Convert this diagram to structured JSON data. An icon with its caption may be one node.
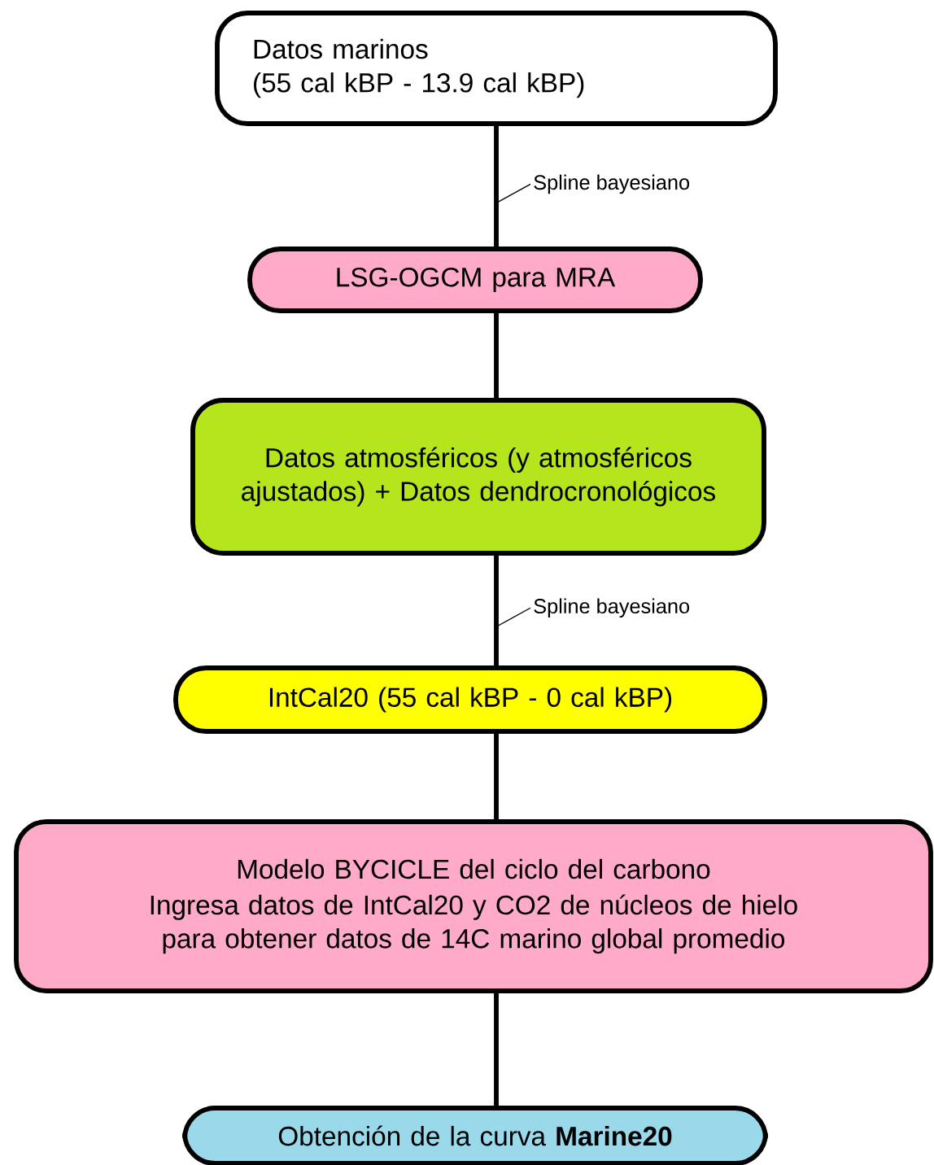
{
  "diagram": {
    "nodes": [
      {
        "text": [
          "Datos marinos",
          "(55 cal kBP - 13.9 cal kBP)"
        ]
      },
      {
        "text": [
          "LSG-OGCM para MRA"
        ]
      },
      {
        "text": [
          "Datos atmosféricos (y atmosféricos ajustados) + Datos dendrocronológicos"
        ]
      },
      {
        "text": [
          "IntCal20 (55 cal kBP - 0 cal kBP)"
        ]
      },
      {
        "text": [
          "Modelo BYCICLE del ciclo del carbono",
          "Ingresa datos de IntCal20 y CO2 de núcleos de hielo para obtener datos de 14C marino global promedio"
        ]
      },
      {
        "text": [
          "Obtención de la curva **Marine20**"
        ]
      }
    ],
    "edges": [
      {
        "from": 0,
        "to": 1,
        "arrow": "none",
        "label": "Spline bayesiano"
      },
      {
        "from": 1,
        "to": 2,
        "arrow": "none"
      },
      {
        "from": 2,
        "to": 3,
        "arrow": "none",
        "label": "Spline bayesiano"
      },
      {
        "from": 3,
        "to": 4,
        "arrow": "none"
      },
      {
        "from": 4,
        "to": 5,
        "arrow": "none"
      }
    ]
  }
}
